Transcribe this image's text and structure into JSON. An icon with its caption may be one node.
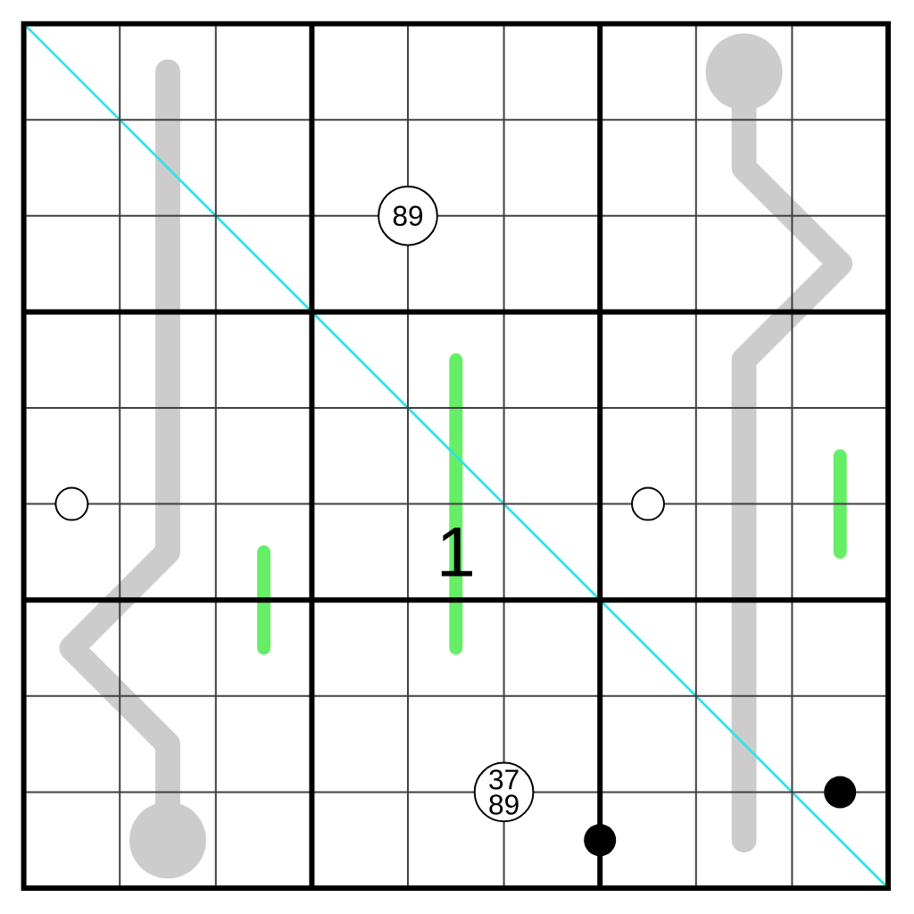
{
  "diagram": {
    "nodes": [
      {
        "text": [
          "89"
        ]
      },
      {
        "text": [
          "37 89"
        ]
      }
    ],
    "labels": [
      "1"
    ]
  }
}
